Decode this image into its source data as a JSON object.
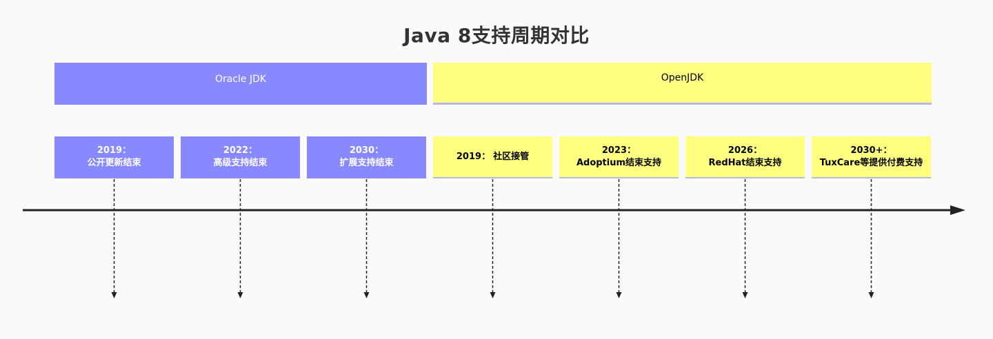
{
  "title": "Java 8支持周期对比",
  "colors": {
    "oracle_fill": "#8888ff",
    "oracle_text": "#ffffff",
    "openjdk_fill": "#ffff80",
    "openjdk_text": "#000000",
    "underline": "#b8b8e8",
    "axis": "#222222"
  },
  "sections": [
    {
      "label": "Oracle JDK",
      "group": "oracle"
    },
    {
      "label": "OpenJDK",
      "group": "openjdk"
    }
  ],
  "events": [
    {
      "group": "oracle",
      "year": "2019：",
      "text": "公开更新结束"
    },
    {
      "group": "oracle",
      "year": "2022：",
      "text": "高级支持结束"
    },
    {
      "group": "oracle",
      "year": "2030：",
      "text": "扩展支持结束"
    },
    {
      "group": "openjdk",
      "year": "2019：",
      "text": "社区接管"
    },
    {
      "group": "openjdk",
      "year": "2023：",
      "text": "Adoptium结束支持"
    },
    {
      "group": "openjdk",
      "year": "2026：",
      "text": "RedHat结束支持"
    },
    {
      "group": "openjdk",
      "year": "2030+：",
      "text": "TuxCare等提供付费支持"
    }
  ]
}
